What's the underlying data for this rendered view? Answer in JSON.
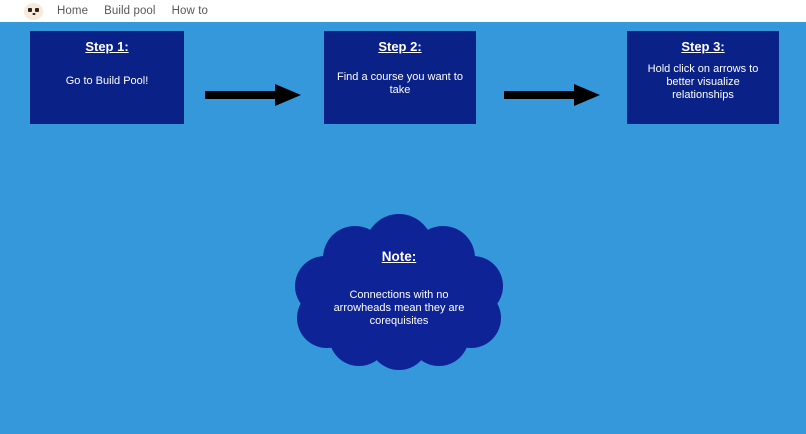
{
  "navbar": {
    "logo_icon": "face-logo-icon",
    "links": [
      {
        "label": "Home"
      },
      {
        "label": "Build pool"
      },
      {
        "label": "How to"
      }
    ]
  },
  "canvas": {
    "background_color": "#3498db",
    "box_color": "#0a2288",
    "arrow_color": "#000000",
    "text_color": "#ffffff",
    "steps": [
      {
        "title": "Step 1:",
        "body": "Go to Build Pool!"
      },
      {
        "title": "Step 2:",
        "body": "Find a course you want to take"
      },
      {
        "title": "Step 3:",
        "body": "Hold click on arrows to better visualize relationships"
      }
    ],
    "arrows": [
      {
        "icon": "right-arrow-icon"
      },
      {
        "icon": "right-arrow-icon"
      }
    ],
    "note": {
      "title": "Note:",
      "body": "Connections with no arrowheads mean they are corequisites"
    }
  }
}
